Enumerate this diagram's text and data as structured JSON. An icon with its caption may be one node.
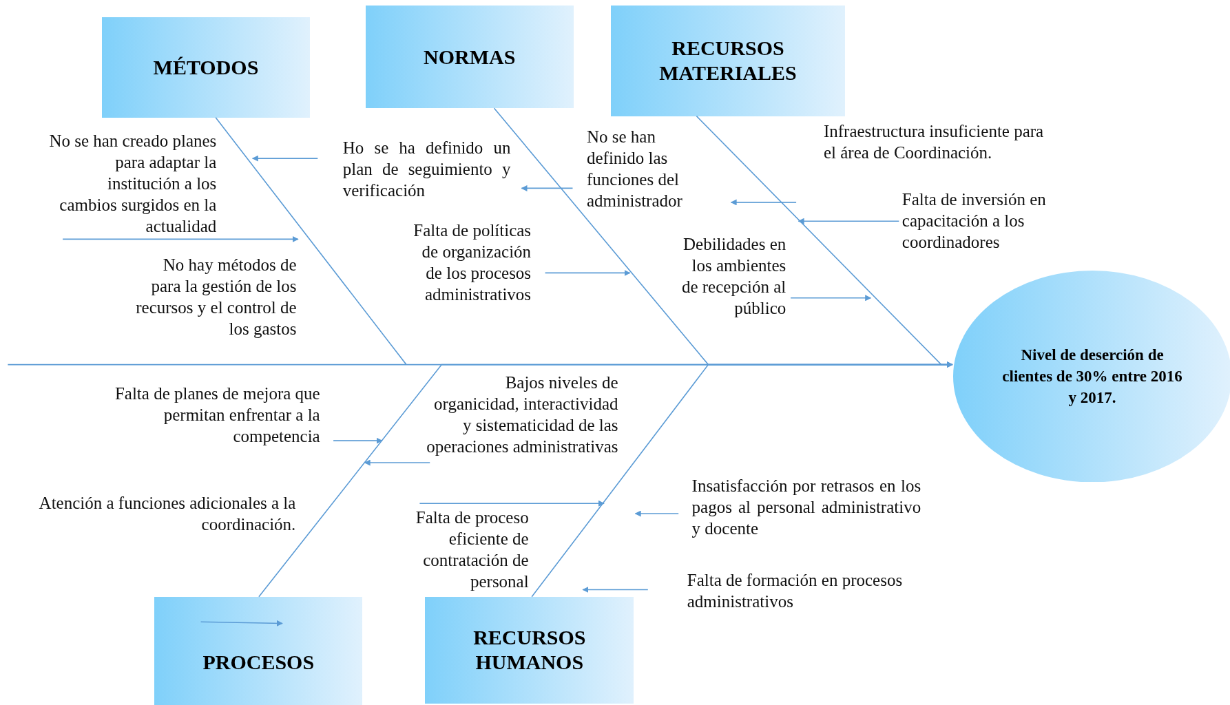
{
  "diagram": {
    "nodes": [
      {
        "text": [
          "MÉTODOS"
        ]
      },
      {
        "text": [
          "NORMAS"
        ]
      },
      {
        "text": [
          "RECURSOS MATERIALES"
        ]
      },
      {
        "text": [
          "PROCESOS"
        ]
      },
      {
        "text": [
          "RECURSOS HUMANOS"
        ]
      },
      {
        "text": [
          "Nivel de deserción de clientes de 30% entre 2016 y 2017."
        ]
      },
      {
        "text": [
          "No se han creado planes para adaptar la institución a los cambios surgidos en la actualidad"
        ]
      },
      {
        "text": [
          "Ho se ha definido un plan de seguimiento y verificación"
        ]
      },
      {
        "text": [
          "No se han definido las funciones del administrador"
        ]
      },
      {
        "text": [
          "Infraestructura insuficiente para el área de Coordinación."
        ]
      },
      {
        "text": [
          "Falta de inversión en capacitación a los coordinadores"
        ]
      },
      {
        "text": [
          "Falta de políticas de organización de los procesos administrativos"
        ]
      },
      {
        "text": [
          "Debilidades en los ambientes de recepción al público"
        ]
      },
      {
        "text": [
          "No hay métodos de para la gestión de los recursos y el control de los gastos"
        ]
      },
      {
        "text": [
          "Bajos niveles de organicidad, interactividad y sistematicidad de las operaciones administrativas"
        ]
      },
      {
        "text": [
          "Falta de planes de mejora que permitan enfrentar a la competencia"
        ]
      },
      {
        "text": [
          "Insatisfacción por retrasos en los pagos al personal administrativo y docente"
        ]
      },
      {
        "text": [
          "Atención a funciones adicionales a la coordinación."
        ]
      },
      {
        "text": [
          "Falta de proceso eficiente de contratación de personal"
        ]
      },
      {
        "text": [
          "Falta de formación en procesos administrativos"
        ]
      }
    ],
    "edges": [
      {
        "from": 0,
        "to": 5,
        "arrow": "to"
      },
      {
        "from": 1,
        "to": 5,
        "arrow": "to"
      },
      {
        "from": 2,
        "to": 5,
        "arrow": "to"
      },
      {
        "from": 3,
        "to": 5,
        "arrow": "to"
      },
      {
        "from": 4,
        "to": 5,
        "arrow": "to"
      },
      {
        "from": 7,
        "to": 6,
        "arrow": "to"
      },
      {
        "from": 6,
        "to": 13,
        "arrow": "to"
      },
      {
        "from": 8,
        "to": 7,
        "arrow": "to"
      },
      {
        "from": 11,
        "to": null,
        "arrow": "to"
      },
      {
        "from": 10,
        "to": 12,
        "arrow": "to"
      },
      {
        "from": 12,
        "to": null,
        "arrow": "to"
      },
      {
        "from": 15,
        "to": 14,
        "arrow": "to"
      },
      {
        "from": 14,
        "to": null,
        "arrow": "to"
      },
      {
        "from": 18,
        "to": null,
        "arrow": "to"
      },
      {
        "from": 16,
        "to": null,
        "arrow": "to"
      }
    ]
  }
}
